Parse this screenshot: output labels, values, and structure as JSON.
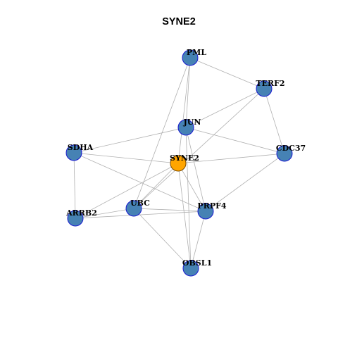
{
  "figure": {
    "title": "SYNE2"
  },
  "style": {
    "node_fill": "#4682b4",
    "node_stroke": "#1a1ad0",
    "center_fill": "#ffa500",
    "center_stroke": "#7a4a00",
    "edge_color": "#b0b0b0"
  },
  "network": {
    "nodes": [
      {
        "id": "PML",
        "label": "PML",
        "center": false
      },
      {
        "id": "TERF2",
        "label": "TERF2",
        "center": false
      },
      {
        "id": "JUN",
        "label": "JUN",
        "center": false
      },
      {
        "id": "SDHA",
        "label": "SDHA",
        "center": false
      },
      {
        "id": "CDC37",
        "label": "CDC37",
        "center": false
      },
      {
        "id": "SYNE2",
        "label": "SYNE2",
        "center": true
      },
      {
        "id": "UBC",
        "label": "UBC",
        "center": false
      },
      {
        "id": "PRPF4",
        "label": "PRPF4",
        "center": false
      },
      {
        "id": "ARRB2",
        "label": "ARRB2",
        "center": false
      },
      {
        "id": "OBSL1",
        "label": "OBSL1",
        "center": false
      }
    ],
    "edges": [
      [
        "PML",
        "TERF2"
      ],
      [
        "PML",
        "JUN"
      ],
      [
        "PML",
        "SYNE2"
      ],
      [
        "PML",
        "UBC"
      ],
      [
        "TERF2",
        "JUN"
      ],
      [
        "TERF2",
        "CDC37"
      ],
      [
        "TERF2",
        "UBC"
      ],
      [
        "JUN",
        "SDHA"
      ],
      [
        "JUN",
        "CDC37"
      ],
      [
        "JUN",
        "PRPF4"
      ],
      [
        "JUN",
        "OBSL1"
      ],
      [
        "SDHA",
        "SYNE2"
      ],
      [
        "SDHA",
        "ARRB2"
      ],
      [
        "SDHA",
        "PRPF4"
      ],
      [
        "SYNE2",
        "CDC37"
      ],
      [
        "SYNE2",
        "UBC"
      ],
      [
        "SYNE2",
        "ARRB2"
      ],
      [
        "SYNE2",
        "PRPF4"
      ],
      [
        "SYNE2",
        "OBSL1"
      ],
      [
        "CDC37",
        "PRPF4"
      ],
      [
        "UBC",
        "ARRB2"
      ],
      [
        "UBC",
        "PRPF4"
      ],
      [
        "UBC",
        "OBSL1"
      ],
      [
        "ARRB2",
        "PRPF4"
      ],
      [
        "PRPF4",
        "OBSL1"
      ]
    ]
  }
}
